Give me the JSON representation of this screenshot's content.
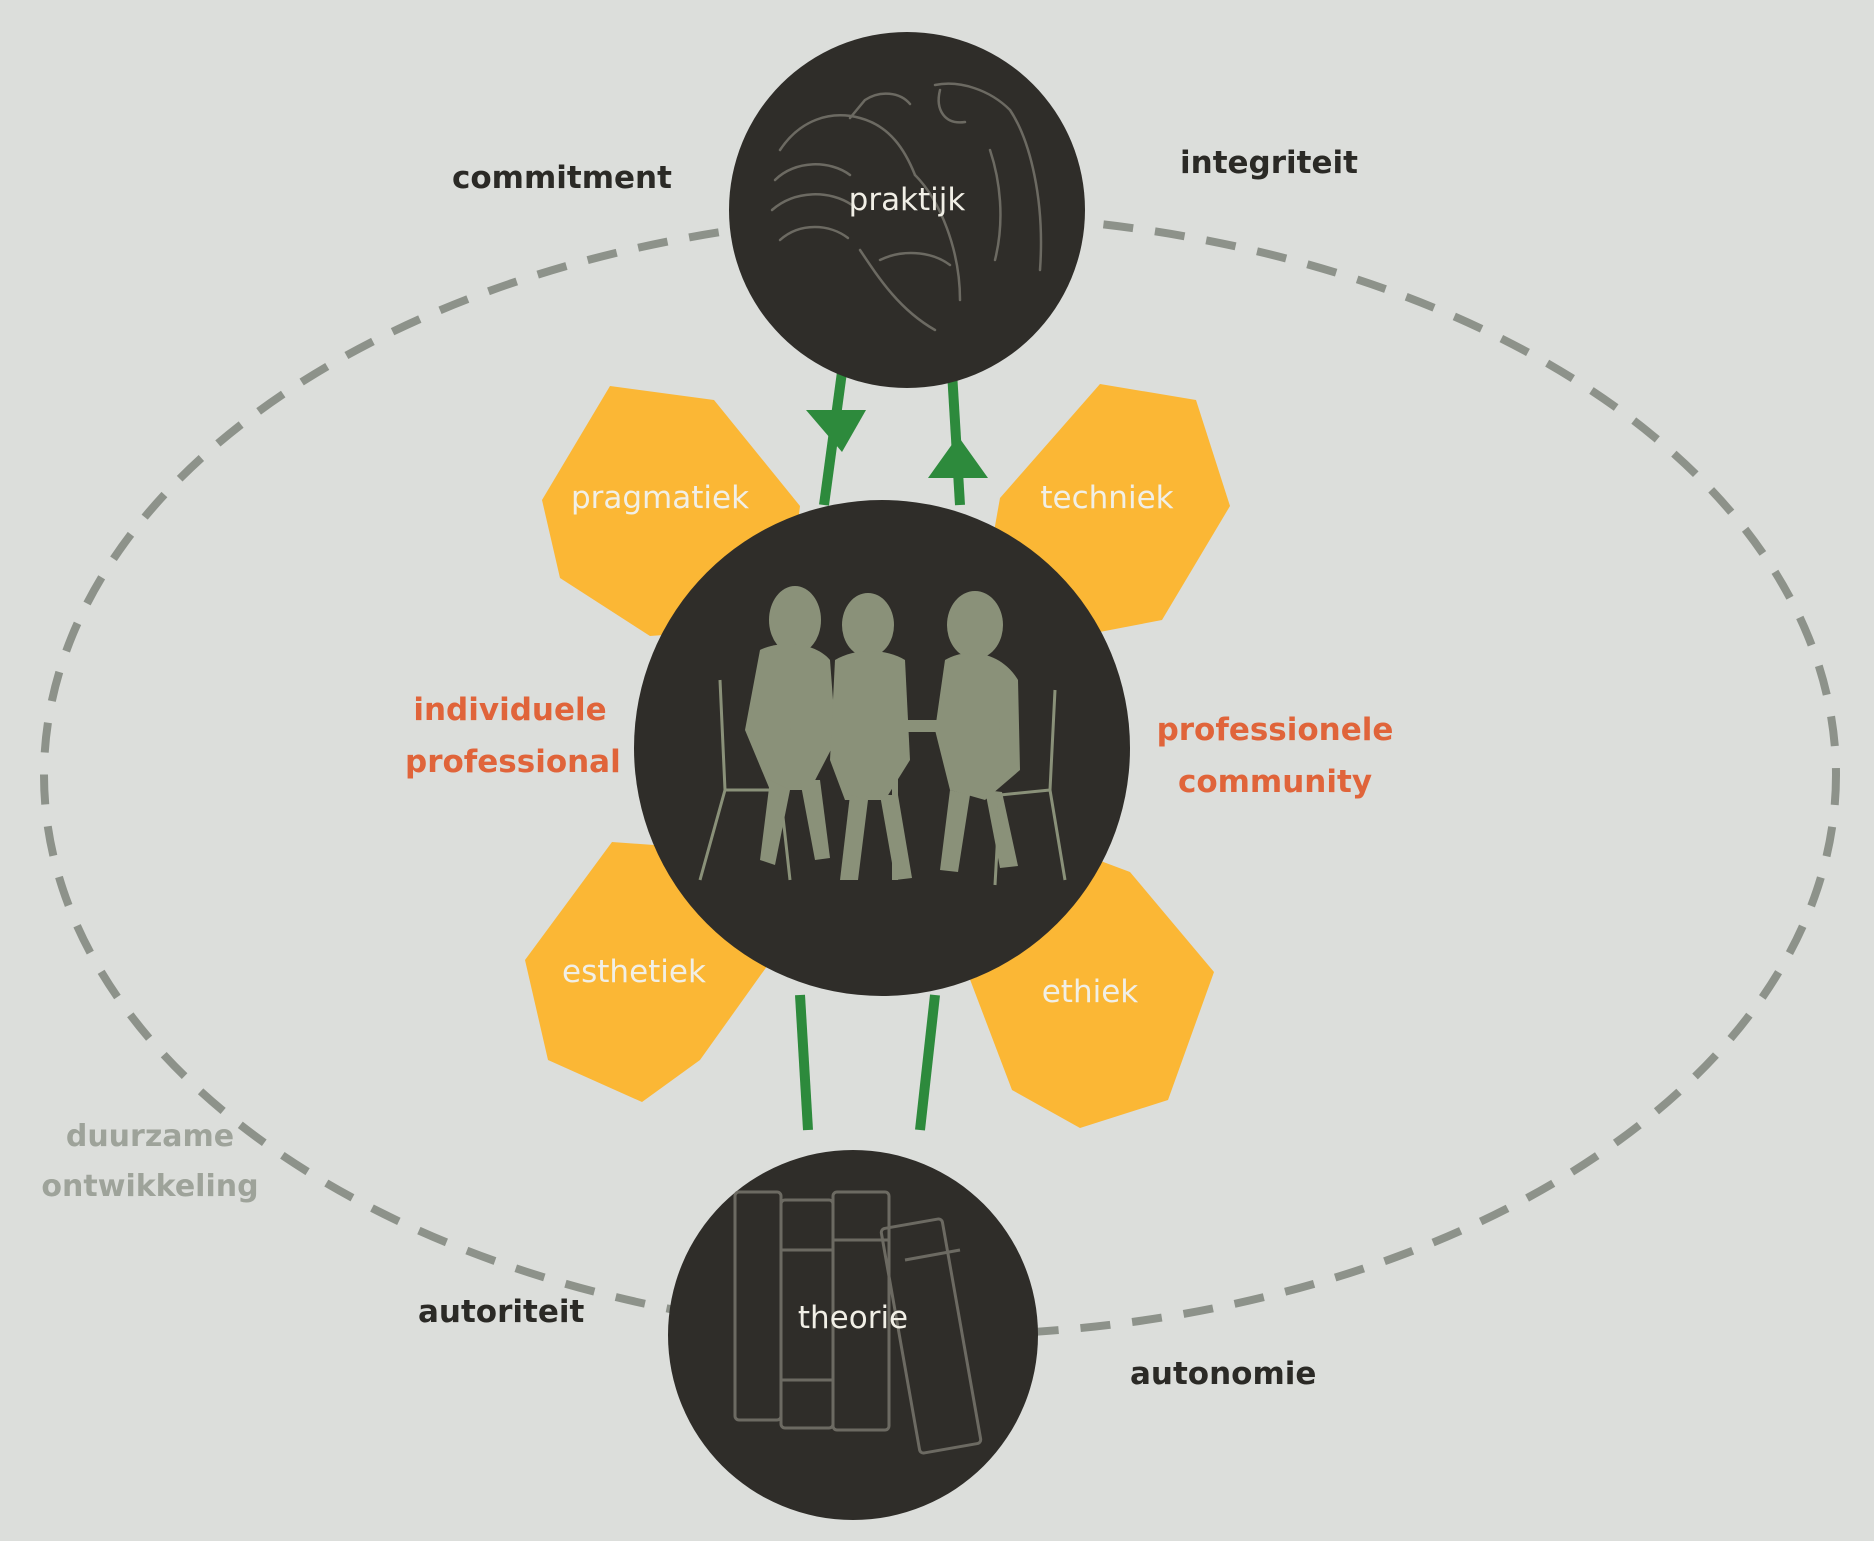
{
  "colors": {
    "background": "#dcdedb",
    "circle": "#2f2d29",
    "octagon": "#fbb735",
    "arrow": "#2d8a3c",
    "dashed_ellipse": "#8d928a",
    "orange_text": "#e0643a",
    "dark_text": "#2b2a26",
    "grey_text": "#9ea39a",
    "silhouette": "#8a9179"
  },
  "circles": {
    "top": {
      "label": "praktijk",
      "icon": "handshake-icon"
    },
    "center": {
      "icon": "people-at-table-icon"
    },
    "bottom": {
      "label": "theorie",
      "icon": "books-icon"
    }
  },
  "octagons": {
    "top_left": "pragmatiek",
    "top_right": "techniek",
    "bottom_left": "esthetiek",
    "bottom_right": "ethiek"
  },
  "side_labels": {
    "left_line1": "individuele",
    "left_line2": "professional",
    "right_line1": "professionele",
    "right_line2": "community"
  },
  "corner_labels": {
    "top_left": "commitment",
    "top_right": "integriteit",
    "bottom_left": "autoriteit",
    "bottom_right": "autonomie"
  },
  "ellipse_label": {
    "line1": "duurzame",
    "line2": "ontwikkeling"
  }
}
